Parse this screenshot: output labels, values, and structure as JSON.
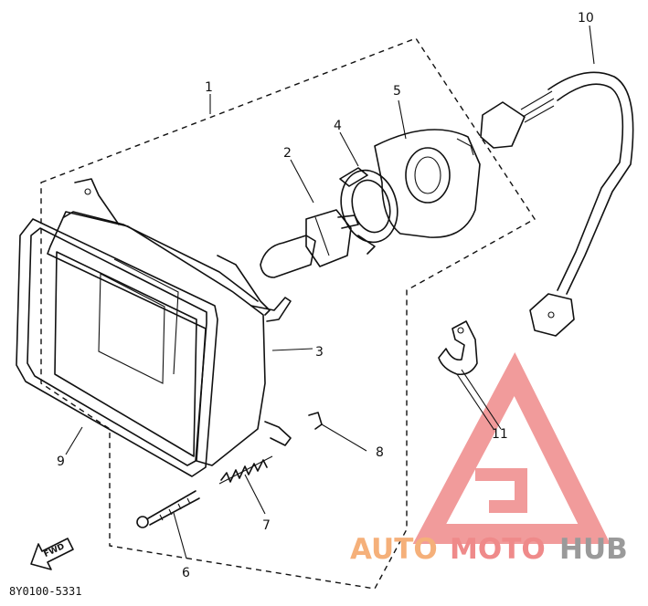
{
  "callouts": {
    "p1": "1",
    "p2": "2",
    "p3": "3",
    "p4": "4",
    "p5": "5",
    "p6": "6",
    "p7": "7",
    "p8": "8",
    "p9": "9",
    "p10": "10",
    "p11": "11"
  },
  "part_code": "8Y0100-5331",
  "fwd_label": "FWD",
  "watermark": {
    "word1": "AUTO",
    "word2": "MOTO",
    "word3": "HUB"
  },
  "colors": {
    "line": "#111111",
    "wm_orange": "#f5b07a",
    "wm_red": "#ef8a8a",
    "wm_grey": "#9a9a9a"
  }
}
